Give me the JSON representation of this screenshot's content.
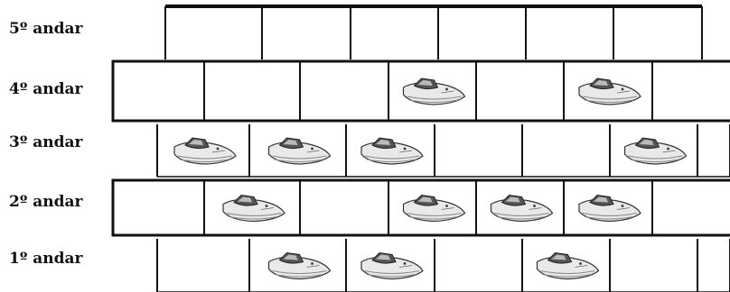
{
  "floors": [
    {
      "label": "5º andar",
      "spaces": [
        false,
        false,
        false,
        false,
        false,
        false
      ]
    },
    {
      "label": "4º andar",
      "spaces": [
        false,
        false,
        false,
        true,
        false,
        true,
        false
      ]
    },
    {
      "label": "3º andar",
      "spaces": [
        true,
        true,
        true,
        false,
        false,
        true,
        false
      ]
    },
    {
      "label": "2º andar",
      "spaces": [
        false,
        true,
        false,
        true,
        true,
        true,
        false
      ]
    },
    {
      "label": "1º andar",
      "spaces": [
        false,
        true,
        true,
        false,
        true,
        false,
        false
      ]
    }
  ],
  "colors": {
    "line": "#111111",
    "boat_hull": "#e9e9e9",
    "boat_stripe": "#888888",
    "boat_cabin": "#555555"
  },
  "icon": "boat-icon"
}
